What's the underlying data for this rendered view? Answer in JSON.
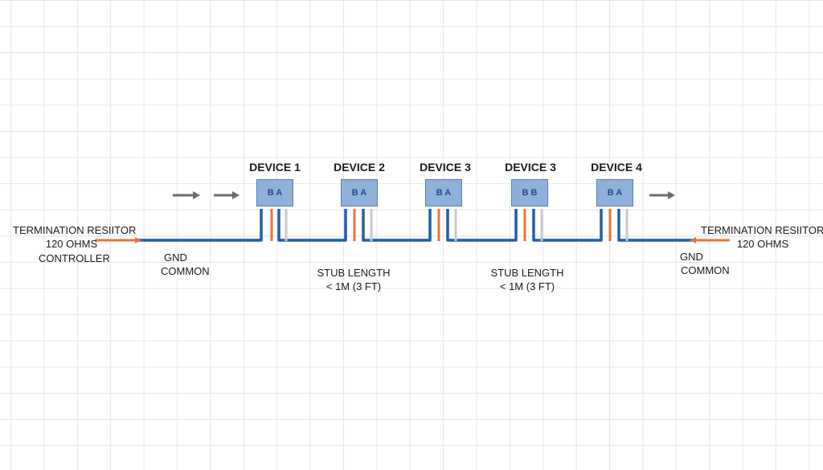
{
  "left_end": {
    "termination_line1": "TERMINATION RESIITOR",
    "termination_line2": "120 OHMS",
    "controller_label": "CONTROLLER",
    "gnd_label": "GND",
    "common_label": "COMMON"
  },
  "right_end": {
    "termination_line1": "TERMINATION RESIITOR",
    "termination_line2": "120 OHMS",
    "gnd_label": "GND",
    "common_label": "COMMON"
  },
  "devices": [
    {
      "title": "DEVICE 1",
      "terminals": "B A"
    },
    {
      "title": "DEVICE 2",
      "terminals": "B A"
    },
    {
      "title": "DEVICE 3",
      "terminals": "B A"
    },
    {
      "title": "DEVICE 3",
      "terminals": "B B"
    },
    {
      "title": "DEVICE 4",
      "terminals": "B A"
    }
  ],
  "stub_notes": [
    {
      "line1": "STUB LENGTH",
      "line2": "< 1M (3 FT)"
    },
    {
      "line1": "STUB LENGTH",
      "line2": "< 1M (3 FT)"
    }
  ],
  "colors": {
    "bus_wire": "#1f5fa8",
    "data_wire": "#e8743b",
    "shield_wire": "#c9c9c9",
    "device_fill": "#8fb0d8",
    "arrow": "#6b6b6b"
  }
}
